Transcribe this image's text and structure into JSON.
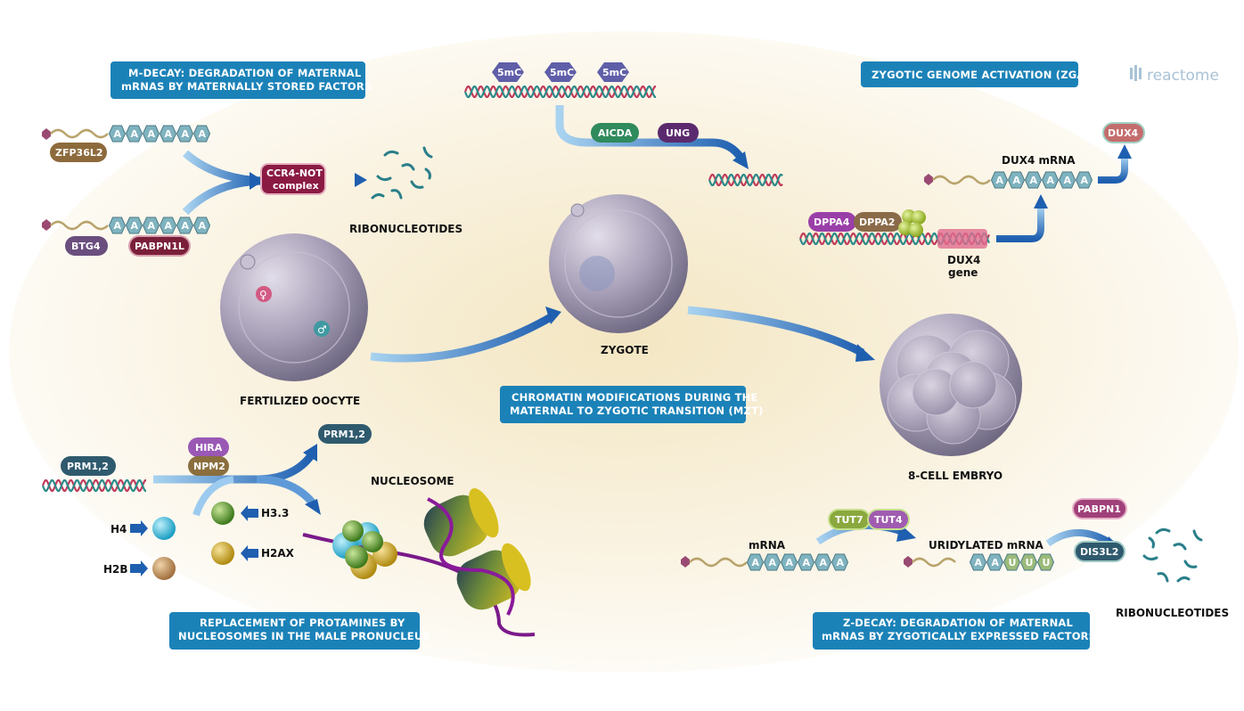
{
  "brand": "reactome",
  "titles": {
    "m_decay_1": "M-DECAY: DEGRADATION OF MATERNAL",
    "m_decay_2": "mRNAS BY MATERNALLY STORED FACTORS",
    "zga": "ZYGOTIC GENOME ACTIVATION (ZGA)",
    "chromatin_1": "CHROMATIN MODIFICATIONS DURING THE",
    "chromatin_2": "MATERNAL TO ZYGOTIC TRANSITION (MZT)",
    "replacement_1": "REPLACEMENT OF PROTAMINES BY",
    "replacement_2": "NUCLEOSOMES IN THE MALE PRONUCLEUS",
    "z_decay_1": "Z-DECAY: DEGRADATION OF MATERNAL",
    "z_decay_2": "mRNAS BY ZYGOTICALLY EXPRESSED FACTORS"
  },
  "labels": {
    "ribonucleotides_top": "RIBONUCLEOTIDES",
    "fertilized_oocyte": "FERTILIZED OOCYTE",
    "zygote": "ZYGOTE",
    "eight_cell": "8-CELL EMBRYO",
    "nucleosome": "NUCLEOSOME",
    "dux4_mrna": "DUX4 mRNA",
    "dux4_gene_1": "DUX4",
    "dux4_gene_2": "gene",
    "mrna": "mRNA",
    "uridylated": "URIDYLATED mRNA",
    "ribonucleotides_bottom": "RIBONUCLEOTIDES",
    "female_symbol": "♀",
    "male_symbol": "♂"
  },
  "molecules": {
    "zfp36l2": "ZFP36L2",
    "btg4": "BTG4",
    "pabpn1l": "PABPN1L",
    "ccr4_1": "CCR4-NOT",
    "ccr4_2": "complex",
    "mc1": "5mC",
    "mc2": "5mC",
    "mc3": "5mC",
    "aicda": "AICDA",
    "ung": "UNG",
    "dux4": "DUX4",
    "dppa4": "DPPA4",
    "dppa2": "DPPA2",
    "prm_left": "PRM1,2",
    "prm_right": "PRM1,2",
    "hira": "HIRA",
    "npm2": "NPM2",
    "h4": "H4",
    "h2b": "H2B",
    "h33": "H3.3",
    "h2ax": "H2AX",
    "tut7": "TUT7",
    "tut4": "TUT4",
    "pabpn1": "PABPN1",
    "dis3l2": "DIS3L2"
  },
  "polyA": {
    "a": "A",
    "u": "U"
  },
  "colors": {
    "title_box": "#1b82b8",
    "arrow_dark": "#1f5fb0",
    "arrow_light": "#8ec3ea",
    "cell": "#a49cb4",
    "hexagon": "#7fb3bf"
  }
}
